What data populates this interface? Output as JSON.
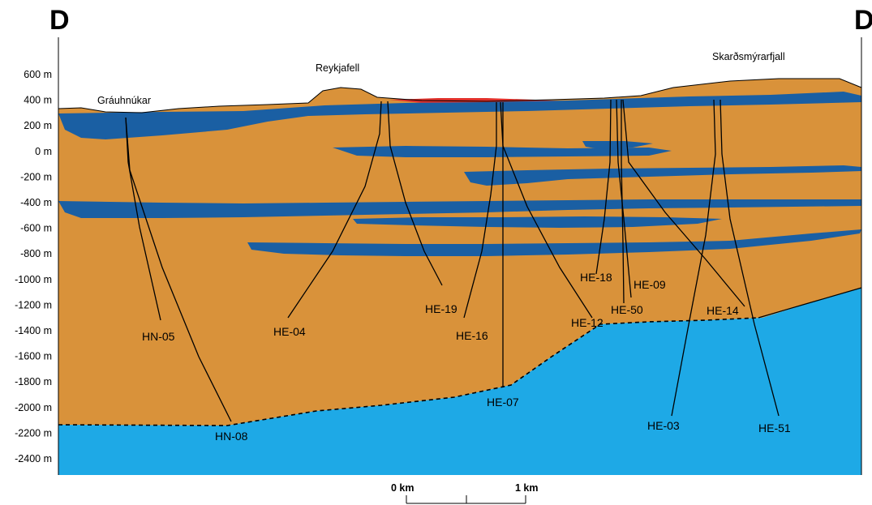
{
  "section": {
    "left_marker": "D",
    "right_marker": "D",
    "peaks": {
      "grauhnukar": "Gráuhnúkar",
      "reykjafell": "Reykjafell",
      "skardsmyrarfjall": "Skarðsmýrarfjall"
    },
    "depth_labels": [
      "600 m",
      "400 m",
      "200 m",
      "0 m",
      "-200 m",
      "-400 m",
      "-600 m",
      "-800 m",
      "-1000 m",
      "-1200 m",
      "-1400 m",
      "-1600 m",
      "-1800 m",
      "-2000 m",
      "-2200 m",
      "-2400 m"
    ],
    "wells": {
      "hn05": "HN-05",
      "hn08": "HN-08",
      "he04": "HE-04",
      "he19": "HE-19",
      "he16": "HE-16",
      "he07": "HE-07",
      "he12": "HE-12",
      "he18": "HE-18",
      "he09": "HE-09",
      "he50": "HE-50",
      "he14": "HE-14",
      "he03": "HE-03",
      "he51": "HE-51"
    },
    "scale_bar": {
      "start_label": "0 km",
      "end_label": "1 km"
    },
    "colors": {
      "bedrock": "#d9923a",
      "aquifer": "#1a5fa3",
      "intrusion": "#1ea9e6",
      "surface_anomaly": "#e0302a",
      "line": "#000000"
    }
  }
}
